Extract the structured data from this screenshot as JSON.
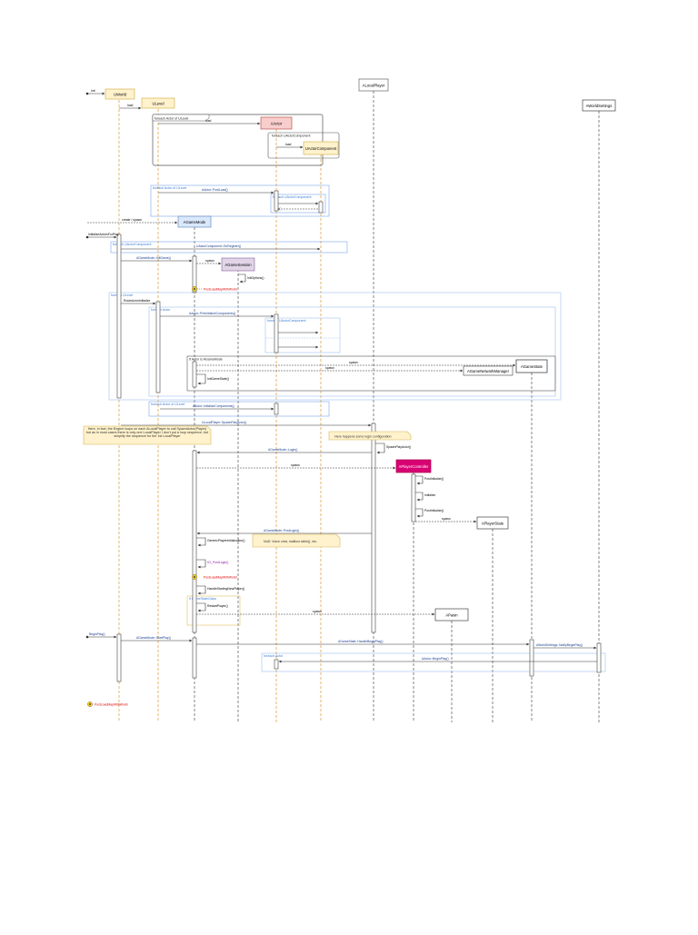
{
  "participants": [
    {
      "id": "uworld",
      "label": "UWorld",
      "style": "yellow"
    },
    {
      "id": "ulevel",
      "label": "ULevel",
      "style": "yellow"
    },
    {
      "id": "aactor",
      "label": "AActor",
      "style": "red"
    },
    {
      "id": "gamemode",
      "label": "AGameMode",
      "style": "blue"
    },
    {
      "id": "gamesession",
      "label": "AGameSession",
      "style": "purple"
    },
    {
      "id": "localplayer",
      "label": "ALocalPlayer",
      "style": "plain"
    },
    {
      "id": "uactorcomponent",
      "label": "UActorComponent",
      "style": "yellow"
    },
    {
      "id": "playercontroller",
      "label": "APlayerController",
      "style": "magenta"
    },
    {
      "id": "gamestate",
      "label": "AGameState",
      "style": "plain"
    },
    {
      "id": "networkmanager",
      "label": "AGameNetworkManager",
      "style": "plain"
    },
    {
      "id": "playerstate",
      "label": "APlayerState",
      "style": "plain"
    },
    {
      "id": "apawn",
      "label": "APawn",
      "style": "plain"
    },
    {
      "id": "worldsettings",
      "label": "AWorldSettings",
      "style": "plain"
    }
  ],
  "fragments": [
    {
      "id": "f1",
      "label": "foreach Actor of ULevel"
    },
    {
      "id": "f2",
      "label": "foreach UActorComponent"
    },
    {
      "id": "f3",
      "label": "foreach Actor of ULevel"
    },
    {
      "id": "f4",
      "label": "foreach UActorComponent"
    },
    {
      "id": "f5",
      "label": "foreach UActorComponent"
    },
    {
      "id": "f6",
      "label": "foreach ULevel"
    },
    {
      "id": "f7",
      "label": "foreach Actor"
    },
    {
      "id": "f8",
      "label": "foreach UActorComponent"
    },
    {
      "id": "f9",
      "label": "If Actor is AGameMode"
    },
    {
      "id": "f10",
      "label": "foreach Actor of ULevel"
    },
    {
      "id": "f11",
      "label": "if GameStateClass"
    },
    {
      "id": "f12",
      "label": "foreach Actor"
    }
  ],
  "messages": [
    {
      "id": "m1",
      "label": "Init"
    },
    {
      "id": "m2",
      "label": "load"
    },
    {
      "id": "m3",
      "label": "load"
    },
    {
      "id": "m4",
      "label": "load"
    },
    {
      "id": "m5",
      "label": "AActor::PostLoad()"
    },
    {
      "id": "m6",
      "label": "create / spawn"
    },
    {
      "id": "m7",
      "label": "InitializeActorsForPlay"
    },
    {
      "id": "m8",
      "label": "UActorComponent::OnRegister()"
    },
    {
      "id": "m9",
      "label": "AGameMode::InitGame()"
    },
    {
      "id": "m10",
      "label": "spawn"
    },
    {
      "id": "m11",
      "label": "InitOptions()"
    },
    {
      "id": "m12",
      "label": "RouteActorInitialize"
    },
    {
      "id": "m13",
      "label": "AActor::PreInitializeComponents()"
    },
    {
      "id": "m14",
      "label": "spawn"
    },
    {
      "id": "m15",
      "label": "spawn"
    },
    {
      "id": "m16",
      "label": "InitGameState()"
    },
    {
      "id": "m17",
      "label": "AActor::InitializeComponents()"
    },
    {
      "id": "m18",
      "label": "ULocalPlayer::SpawnPlayActor()"
    },
    {
      "id": "m19",
      "label": "AGameMode::Login()"
    },
    {
      "id": "m20",
      "label": "spawn"
    },
    {
      "id": "m21",
      "label": "PostInitialize()"
    },
    {
      "id": "m22",
      "label": "Initialize"
    },
    {
      "id": "m23",
      "label": "PostInitialize()"
    },
    {
      "id": "m24",
      "label": "spawn"
    },
    {
      "id": "m25",
      "label": "SpawnPlayActor()"
    },
    {
      "id": "m26",
      "label": "AGameMode::PostLogin()"
    },
    {
      "id": "m27",
      "label": "GenericPlayerInitialization()"
    },
    {
      "id": "m28",
      "label": "K2_PostLogin()"
    },
    {
      "id": "m29",
      "label": "HandleStartingNewPlayer()"
    },
    {
      "id": "m30",
      "label": "RestartPlayer()"
    },
    {
      "id": "m31",
      "label": "spawn"
    },
    {
      "id": "m32",
      "label": "BeginPlay()"
    },
    {
      "id": "m33",
      "label": "AGameMode::StartPlay()"
    },
    {
      "id": "m34",
      "label": "AGameState::HandleBeginPlay()"
    },
    {
      "id": "m35",
      "label": "AWorldSettings::NotifyBeginPlay()"
    },
    {
      "id": "m36",
      "label": "AActor::BeginPlay()"
    }
  ],
  "notes": [
    {
      "id": "n1",
      "label": "Here, in fact, the Engine loops on each ALocalPlayer to call SpawnActor(Player) but as in most cases there is only one LocalPlayer I don't put a loop sequence, but simplify the sequence for the 1st LocalPlayer"
    },
    {
      "id": "n2",
      "label": "Here happens some login configuration"
    },
    {
      "id": "n3",
      "label": "NoD: Voice chat, mailbox table(), etc."
    }
  ],
  "markers": [
    {
      "id": "r1",
      "label": "PostLoadMapWithWorld"
    },
    {
      "id": "r2",
      "label": "PostLoadMapWithWorld"
    }
  ],
  "colors": {
    "line": "#444444",
    "lifeline": "#666666",
    "dashed_lifeline": "#e0a24a",
    "yellow_fill": "#fff2cc",
    "yellow_stroke": "#d6b656",
    "red_fill": "#f8cecc",
    "red_stroke": "#b85450",
    "blue_fill": "#dae8fc",
    "blue_stroke": "#6c8ebf",
    "purple_fill": "#e1d5e7",
    "purple_stroke": "#9673a6",
    "magenta_fill": "#d80073",
    "note_fill": "#fff2cc",
    "note_stroke": "#d6b656",
    "fragment_label": "#3b7dd8"
  }
}
